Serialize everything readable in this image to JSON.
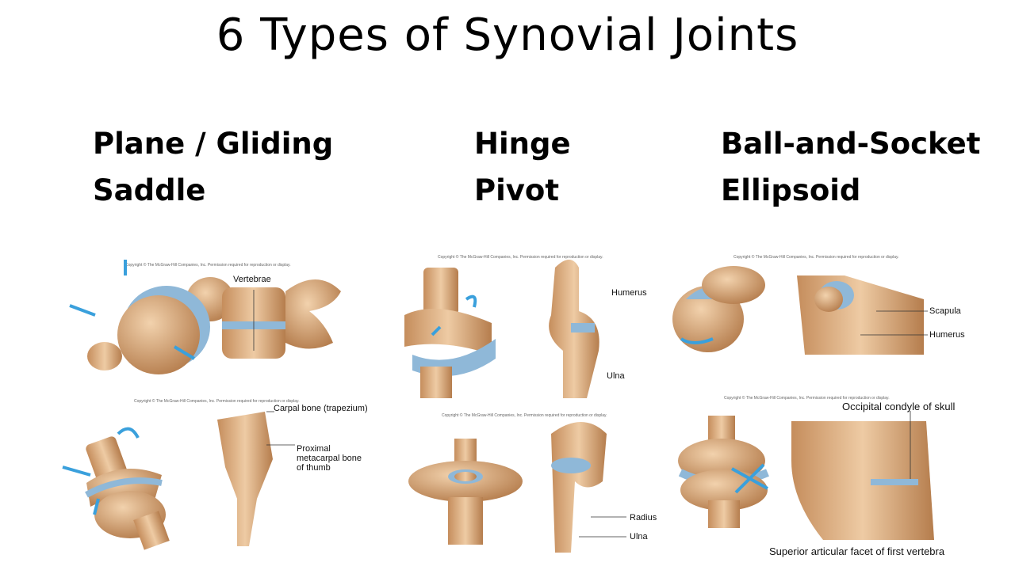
{
  "title": "6 Types of Synovial Joints",
  "joint_types": [
    {
      "label": "Plane / Gliding"
    },
    {
      "label": "Hinge"
    },
    {
      "label": "Ball-and-Socket"
    },
    {
      "label": "Saddle"
    },
    {
      "label": "Pivot"
    },
    {
      "label": "Ellipsoid"
    }
  ],
  "copyright": "Copyright © The McGraw-Hill Companies, Inc. Permission required for reproduction or display.",
  "panels": {
    "plane": {
      "labels": [
        "Vertebrae"
      ]
    },
    "hinge": {
      "labels": [
        "Humerus",
        "Ulna"
      ]
    },
    "ball_socket": {
      "labels": [
        "Scapula",
        "Humerus"
      ]
    },
    "saddle": {
      "labels": [
        "Carpal bone (trapezium)",
        "Proximal",
        "metacarpal bone",
        "of thumb"
      ]
    },
    "pivot": {
      "labels": [
        "Radius",
        "Ulna"
      ]
    },
    "ellipsoid": {
      "labels": [
        "Occipital condyle of skull",
        "Superior articular facet of first vertebra"
      ]
    }
  },
  "colors": {
    "bone": "#d9a87a",
    "bone_dark": "#b57d4d",
    "cartilage": "#8fb8d8",
    "arrow": "#3aa0dc"
  }
}
